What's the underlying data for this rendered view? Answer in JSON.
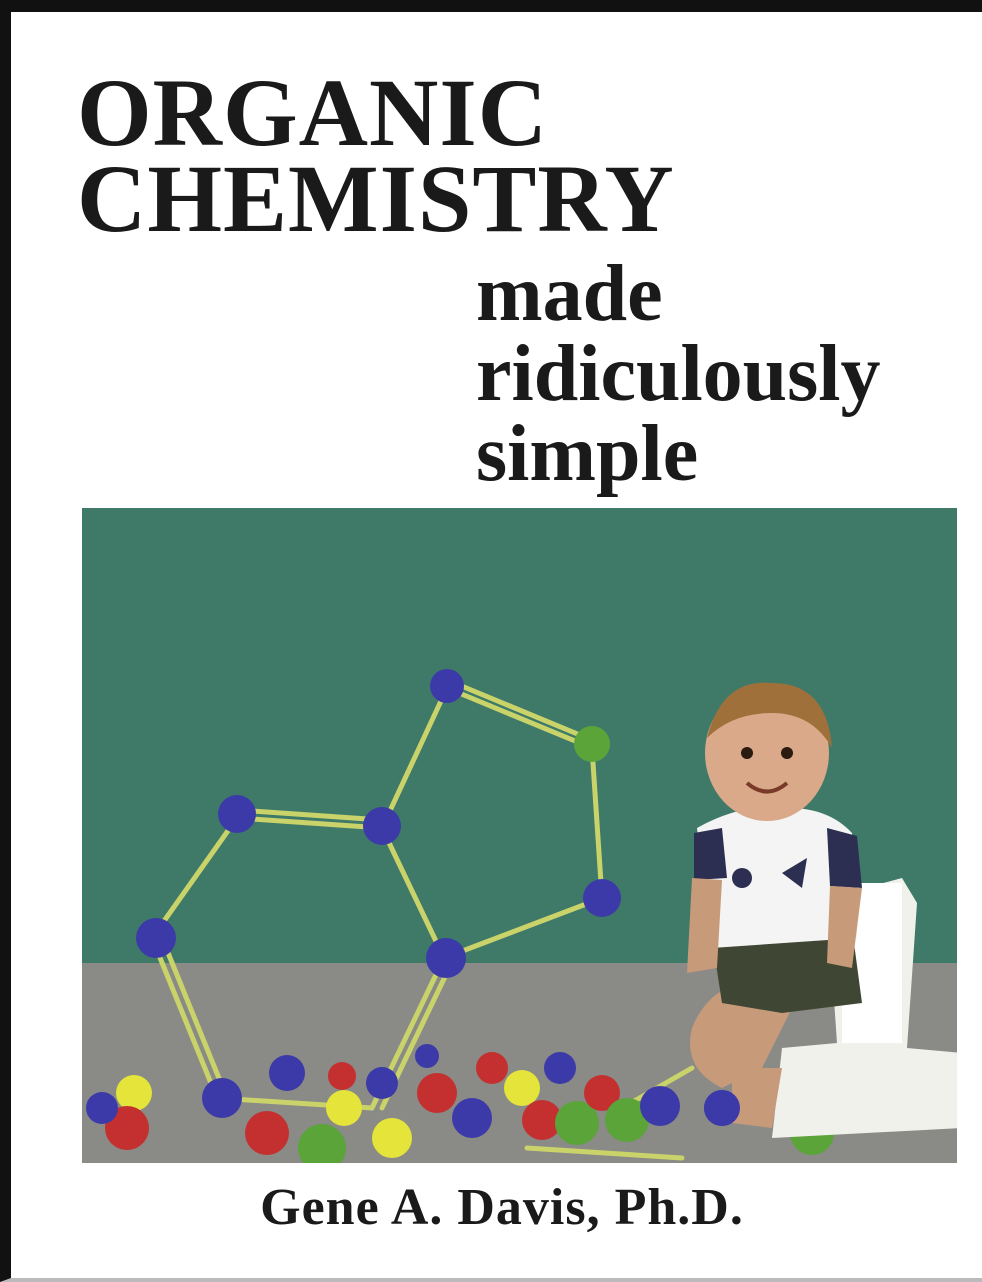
{
  "book": {
    "title_lines": [
      "ORGANIC",
      "CHEMISTRY"
    ],
    "subtitle_lines": [
      "made",
      "ridiculously",
      "simple"
    ],
    "author": "Gene A. Davis, Ph.D."
  },
  "colors": {
    "background": "#ffffff",
    "text": "#1a1a1a",
    "wall": "#3f7a68",
    "floor": "#8a8a86",
    "bond": "#c9d36a",
    "atom_blue": "#3b3aa8",
    "atom_green": "#5aa43a",
    "atom_red": "#c43030",
    "atom_yellow": "#e4e43a"
  }
}
